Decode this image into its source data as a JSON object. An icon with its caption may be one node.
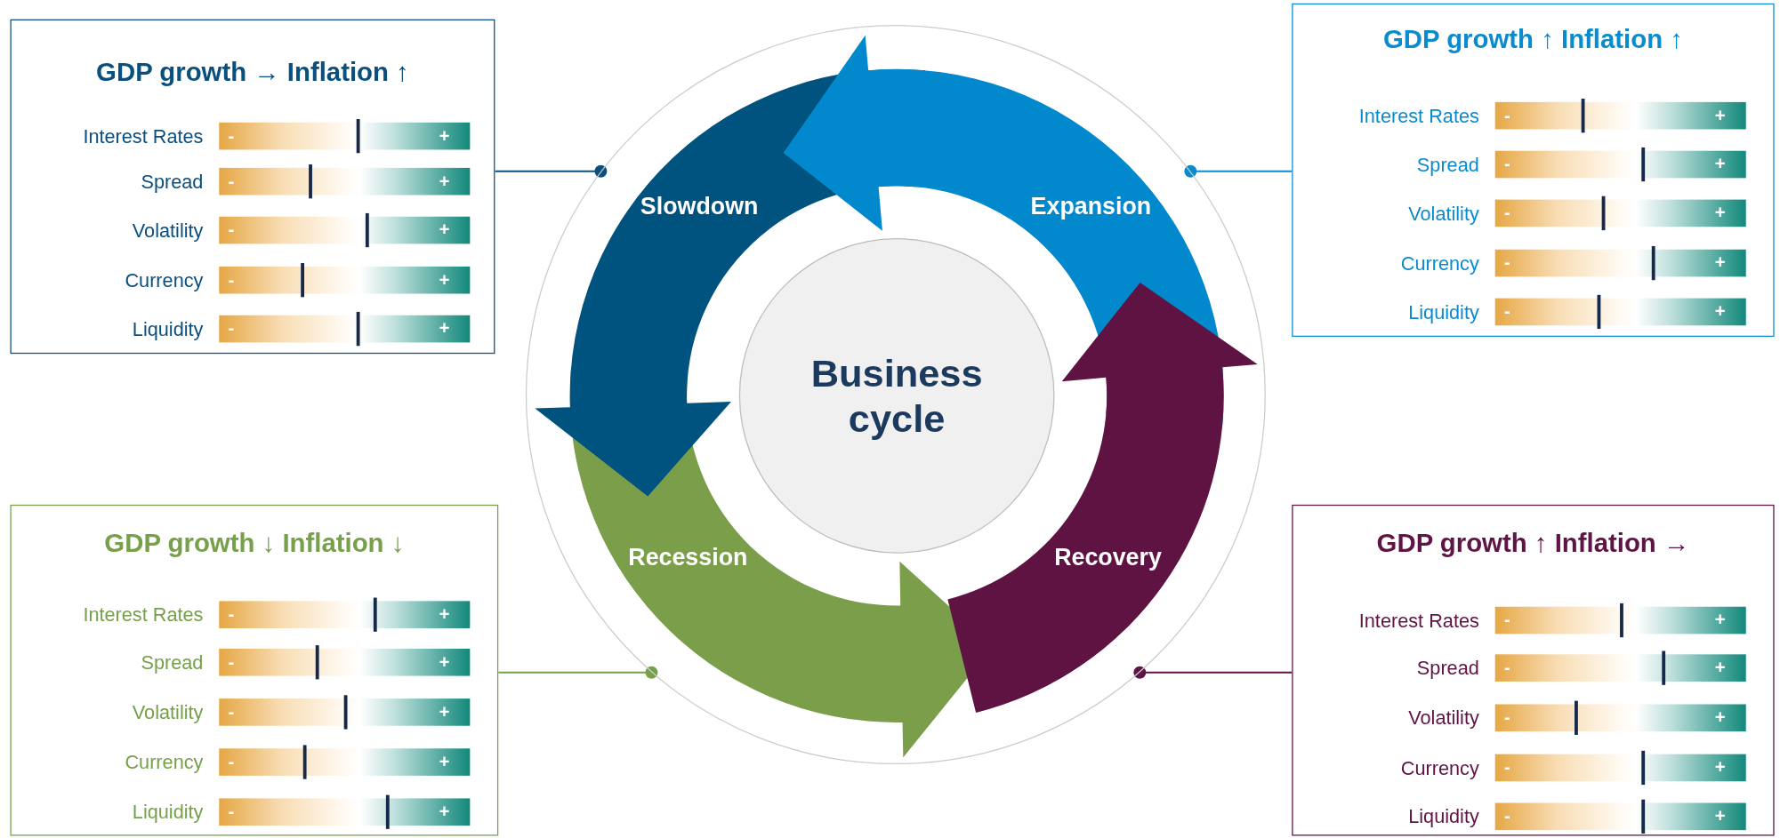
{
  "diagram": {
    "nodes": [
      {
        "text": [
          "GDP growth → Inflation ↑"
        ]
      },
      {
        "text": [
          "-",
          "+"
        ],
        "beside": [
          "Interest Rates"
        ],
        "in": 0
      },
      {
        "text": [
          "-",
          "+"
        ],
        "beside": [
          "Spread"
        ],
        "in": 0
      },
      {
        "text": [
          "-",
          "+"
        ],
        "beside": [
          "Volatility"
        ],
        "in": 0
      },
      {
        "text": [
          "-",
          "+"
        ],
        "beside": [
          "Currency"
        ],
        "in": 0
      },
      {
        "text": [
          "-",
          "+"
        ],
        "beside": [
          "Liquidity"
        ],
        "in": 0
      },
      {
        "text": [
          "GDP growth ↑ Inflation ↑"
        ]
      },
      {
        "text": [
          "-",
          "+"
        ],
        "beside": [
          "Interest Rates"
        ],
        "in": 6
      },
      {
        "text": [
          "-",
          "+"
        ],
        "beside": [
          "Spread"
        ],
        "in": 6
      },
      {
        "text": [
          "-",
          "+"
        ],
        "beside": [
          "Volatility"
        ],
        "in": 6
      },
      {
        "text": [
          "-",
          "+"
        ],
        "beside": [
          "Currency"
        ],
        "in": 6
      },
      {
        "text": [
          "-",
          "+"
        ],
        "beside": [
          "Liquidity"
        ],
        "in": 6
      },
      {
        "text": [],
        "shape": "circle"
      },
      {
        "text": [
          "Slowdown"
        ],
        "in": 12
      },
      {
        "text": [
          "Expansion"
        ],
        "in": 12
      },
      {
        "text": [
          "Business cycle"
        ],
        "in": 12
      },
      {
        "text": [
          "Recession"
        ],
        "in": 12
      },
      {
        "text": [
          "Recovery"
        ],
        "in": 12
      },
      {
        "text": [
          "GDP growth ↓ Inflation ↓"
        ]
      },
      {
        "text": [
          "-",
          "+"
        ],
        "beside": [
          "Interest Rates"
        ],
        "in": 18
      },
      {
        "text": [
          "-",
          "+"
        ],
        "beside": [
          "Spread"
        ],
        "in": 18
      },
      {
        "text": [
          "-",
          "+"
        ],
        "beside": [
          "Volatility"
        ],
        "in": 18
      },
      {
        "text": [
          "-",
          "+"
        ],
        "beside": [
          "Currency"
        ],
        "in": 18
      },
      {
        "text": [
          "-",
          "+"
        ],
        "beside": [
          "Liquidity"
        ],
        "in": 18
      },
      {
        "text": [
          "GDP growth ↑ Inflation →"
        ]
      },
      {
        "text": [
          "-",
          "+"
        ],
        "beside": [
          "Interest Rates"
        ],
        "in": 24
      },
      {
        "text": [
          "-",
          "+"
        ],
        "beside": [
          "Spread"
        ],
        "in": 24
      },
      {
        "text": [
          "-",
          "+"
        ],
        "beside": [
          "Volatility"
        ],
        "in": 24
      },
      {
        "text": [
          "-",
          "+"
        ],
        "beside": [
          "Currency"
        ],
        "in": 24
      },
      {
        "text": [
          "-",
          "+"
        ],
        "beside": [
          "Liquidity"
        ],
        "in": 24
      }
    ],
    "edges": [
      {
        "from": 0,
        "to": 12,
        "arrow": "other",
        "color": "#0b4f7f"
      },
      {
        "from": 6,
        "to": 12,
        "arrow": "other",
        "color": "#0a8bcd"
      },
      {
        "from": 18,
        "to": 12,
        "arrow": "other",
        "color": "#77a04a"
      },
      {
        "from": 24,
        "to": 12,
        "arrow": "other",
        "color": "#5e1444"
      }
    ]
  }
}
